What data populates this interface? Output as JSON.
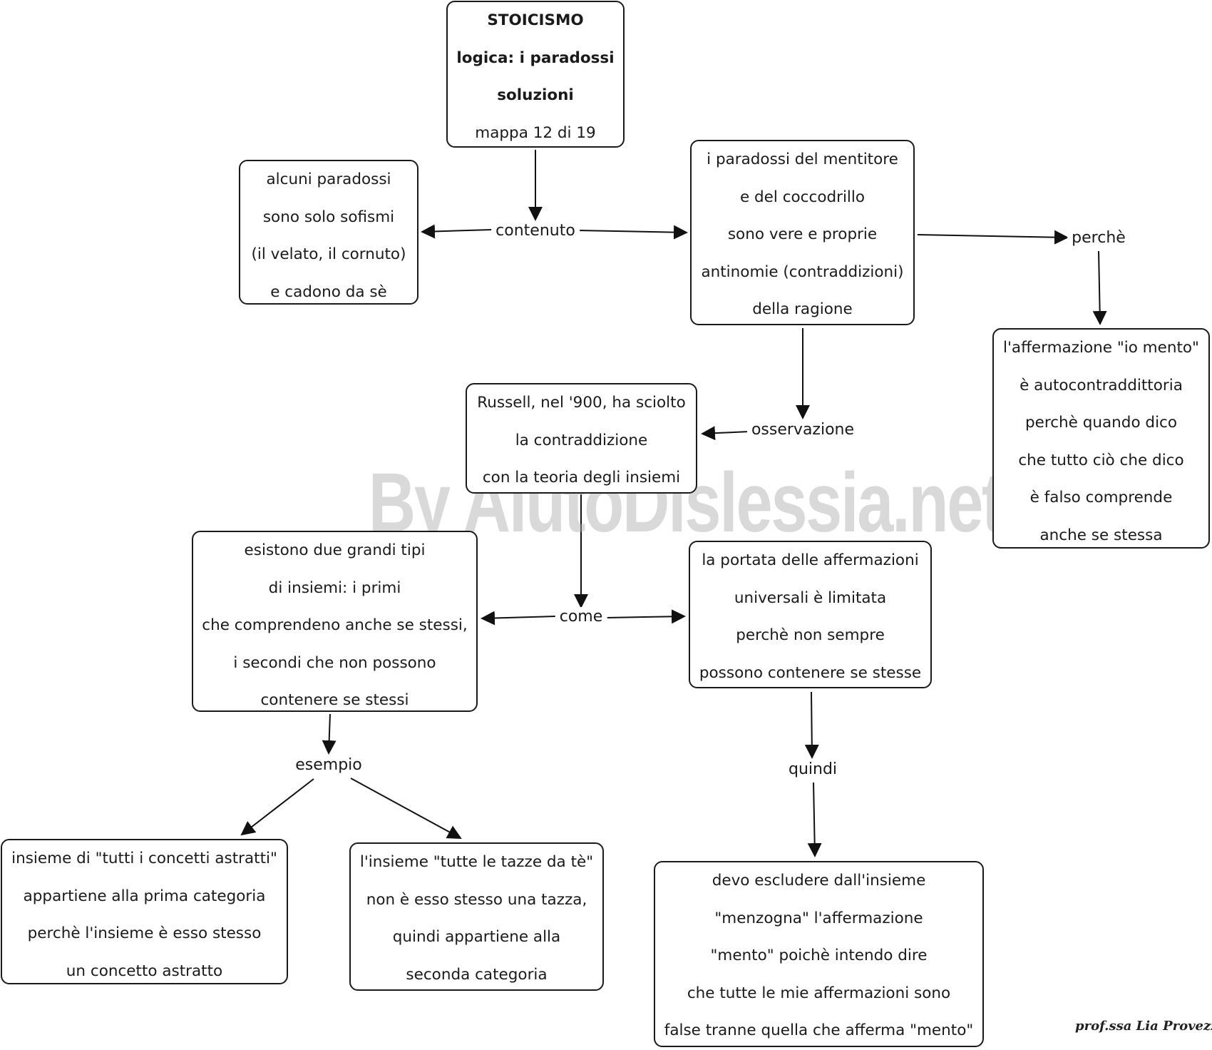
{
  "title_box": {
    "line1": "STOICISMO",
    "line2": "logica: i paradossi",
    "line3": "soluzioni",
    "line4": "mappa 12 di 19"
  },
  "links": {
    "contenuto": "contenuto",
    "perche": "perchè",
    "osservazione": "osservazione",
    "come": "come",
    "esempio": "esempio",
    "quindi": "quindi"
  },
  "nodes": {
    "sofismi": [
      "alcuni paradossi",
      "sono solo sofismi",
      "(il velato, il cornuto)",
      "e cadono da sè"
    ],
    "antinomie": [
      "i paradossi del mentitore",
      "e del coccodrillo",
      "sono vere e proprie",
      "antinomie (contraddizioni)",
      "della ragione"
    ],
    "io_mento": [
      "l'affermazione \"io mento\"",
      "è autocontraddittoria",
      "perchè quando dico",
      "che tutto ciò che dico",
      "è falso comprende",
      "anche se stessa"
    ],
    "russell": [
      "Russell, nel '900, ha sciolto",
      "la contraddizione",
      "con la teoria degli insiemi"
    ],
    "due_tipi": [
      "esistono due grandi tipi",
      "di insiemi: i primi",
      "che comprendeno anche se stessi,",
      "i secondi che non possono",
      "contenere se stessi"
    ],
    "portata": [
      "la portata delle affermazioni",
      "universali è limitata",
      "perchè non sempre",
      "possono contenere se stesse"
    ],
    "concetti_astratti": [
      "insieme di \"tutti i concetti astratti\"",
      "appartiene alla prima categoria",
      "perchè l'insieme è esso stesso",
      "un concetto astratto"
    ],
    "tazze": [
      "l'insieme \"tutte le tazze da tè\"",
      "non è esso stesso una tazza,",
      "quindi appartiene alla",
      "seconda categoria"
    ],
    "menzogna": [
      "devo escludere dall'insieme",
      "\"menzogna\" l'affermazione",
      "\"mento\" poichè intendo dire",
      "che tutte le mie affermazioni sono",
      "false tranne quella che afferma \"mento\""
    ]
  },
  "watermark": "By AiutoDislessia.net",
  "signature": "prof.ssa Lia Provezza"
}
